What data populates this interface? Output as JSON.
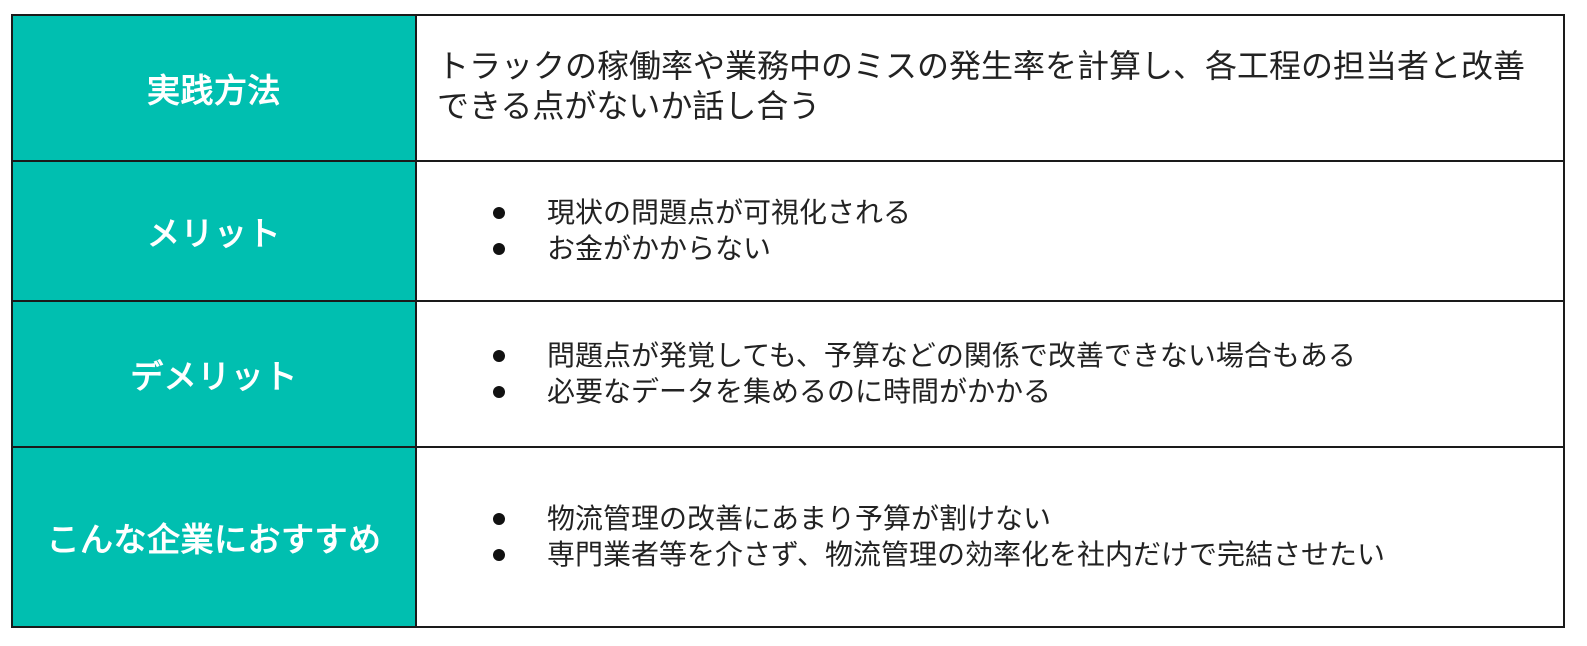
{
  "rows": [
    {
      "header": "実践方法",
      "text": "トラックの稼働率や業務中のミスの発生率を計算し、各工程の担当者と改善できる点がないか話し合う"
    },
    {
      "header": "メリット",
      "items": [
        "現状の問題点が可視化される",
        "お金がかからない"
      ]
    },
    {
      "header": "デメリット",
      "items": [
        "問題点が発覚しても、予算などの関係で改善できない場合もある",
        "必要なデータを集めるのに時間がかかる"
      ]
    },
    {
      "header": "こんな企業におすすめ",
      "items": [
        "物流管理の改善にあまり予算が割けない",
        "専門業者等を介さず、物流管理の効率化を社内だけで完結させたい"
      ]
    }
  ],
  "colors": {
    "header_bg": "#00bfb0",
    "header_text": "#ffffff",
    "border": "#1a1a1a"
  }
}
